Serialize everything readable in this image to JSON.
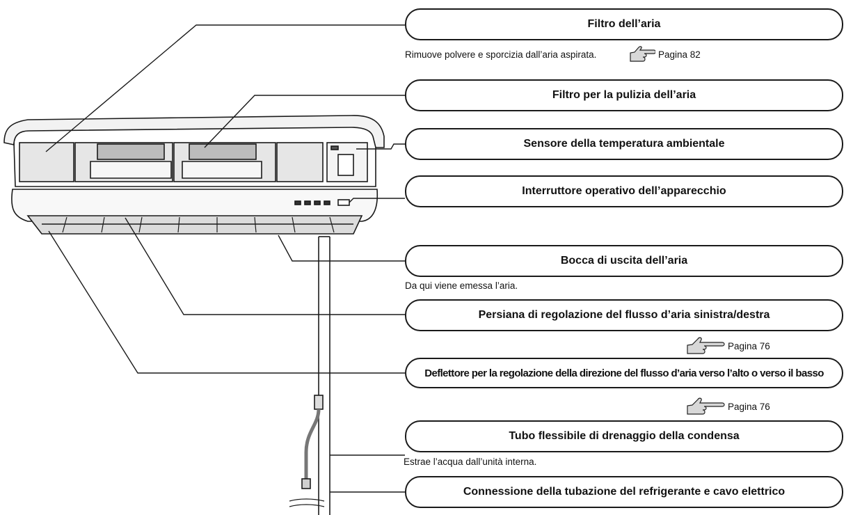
{
  "labels": {
    "filtro_aria": "Filtro dell’aria",
    "filtro_pulizia": "Filtro per la pulizia dell’aria",
    "sensore": "Sensore della temperatura ambientale",
    "interruttore": "Interruttore operativo dell’apparecchio",
    "bocca": "Bocca di uscita dell’aria",
    "persiana": "Persiana di regolazione del flusso d’aria sinistra/destra",
    "deflettore": "Deflettore per la regolazione della direzione del flusso d’aria verso l’alto o verso il basso",
    "tubo": "Tubo flessibile di drenaggio della condensa",
    "connessione": "Connessione della tubazione del refrigerante e cavo elettrico"
  },
  "descriptions": {
    "filtro_aria": "Rimuove polvere e sporcizia dall’aria aspirata.",
    "bocca": "Da qui viene emessa l’aria.",
    "tubo": "Estrae l’acqua dall’unità interna."
  },
  "page_refs": {
    "filtro_aria": "Pagina 82",
    "persiana": "Pagina 76",
    "deflettore": "Pagina 76"
  },
  "icons": {
    "pointer": "pointing-hand-icon"
  },
  "colors": {
    "line": "#1a1a1a",
    "panel_fill": "#e6e6e6",
    "background": "#ffffff"
  }
}
